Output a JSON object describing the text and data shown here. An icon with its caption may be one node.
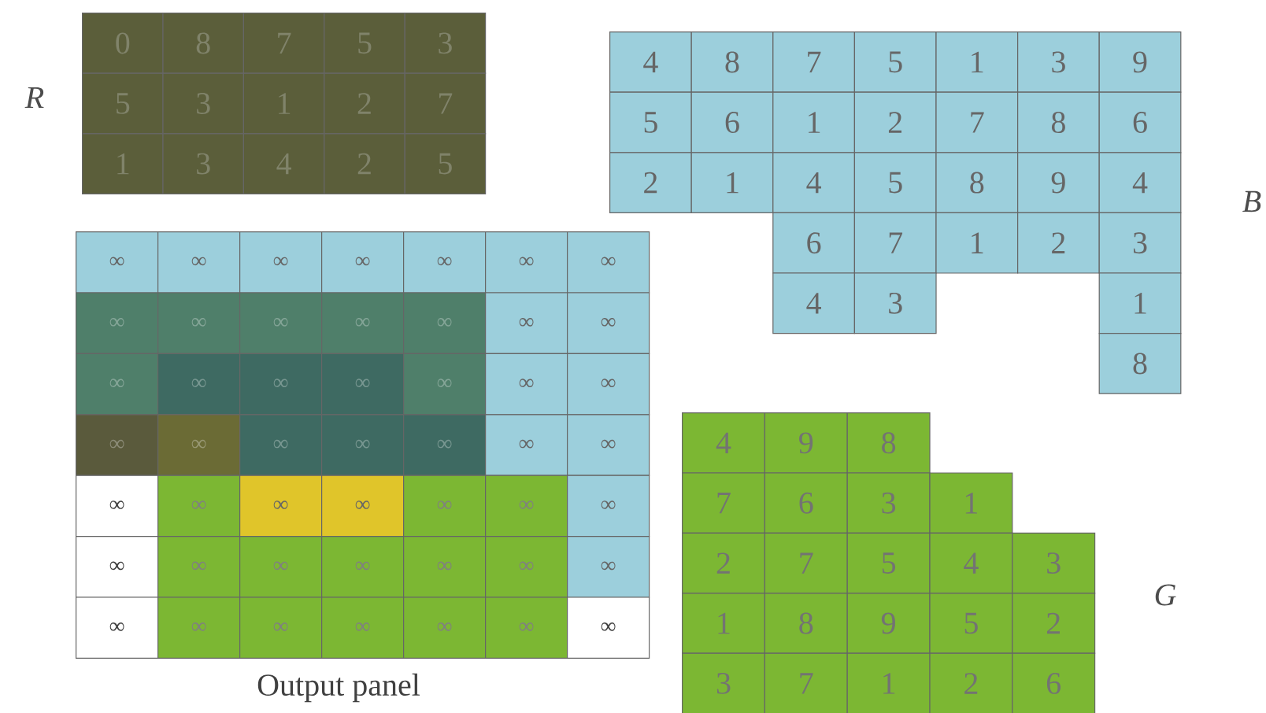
{
  "diagram": {
    "labels": [
      "R",
      "0",
      "8",
      "7",
      "5",
      "3",
      "5",
      "3",
      "1",
      "2",
      "7",
      "1",
      "3",
      "4",
      "2",
      "5",
      "4",
      "8",
      "7",
      "5",
      "1",
      "3",
      "9",
      "5",
      "6",
      "1",
      "2",
      "7",
      "8",
      "6",
      "2",
      "1",
      "4",
      "5",
      "8",
      "9",
      "4",
      "6",
      "7",
      "1",
      "2",
      "3",
      "4",
      "3",
      "1",
      "8",
      "B",
      "∞",
      "∞",
      "∞",
      "∞",
      "∞",
      "∞",
      "∞",
      "∞",
      "∞",
      "∞",
      "∞",
      "∞",
      "∞",
      "∞",
      "∞",
      "∞",
      "∞",
      "∞",
      "∞",
      "∞",
      "∞",
      "∞",
      "∞",
      "∞",
      "∞",
      "∞",
      "∞",
      "∞",
      "∞",
      "∞",
      "∞",
      "∞",
      "∞",
      "∞",
      "∞",
      "∞",
      "∞",
      "∞",
      "∞",
      "∞",
      "∞",
      "∞",
      "∞",
      "∞",
      "∞",
      "∞",
      "∞",
      "∞",
      "∞",
      "4",
      "9",
      "8",
      "7",
      "6",
      "3",
      "1",
      "2",
      "7",
      "5",
      "4",
      "3",
      "1",
      "8",
      "9",
      "5",
      "2",
      "3",
      "7",
      "1",
      "2",
      "6",
      "G",
      "Output panel"
    ]
  }
}
